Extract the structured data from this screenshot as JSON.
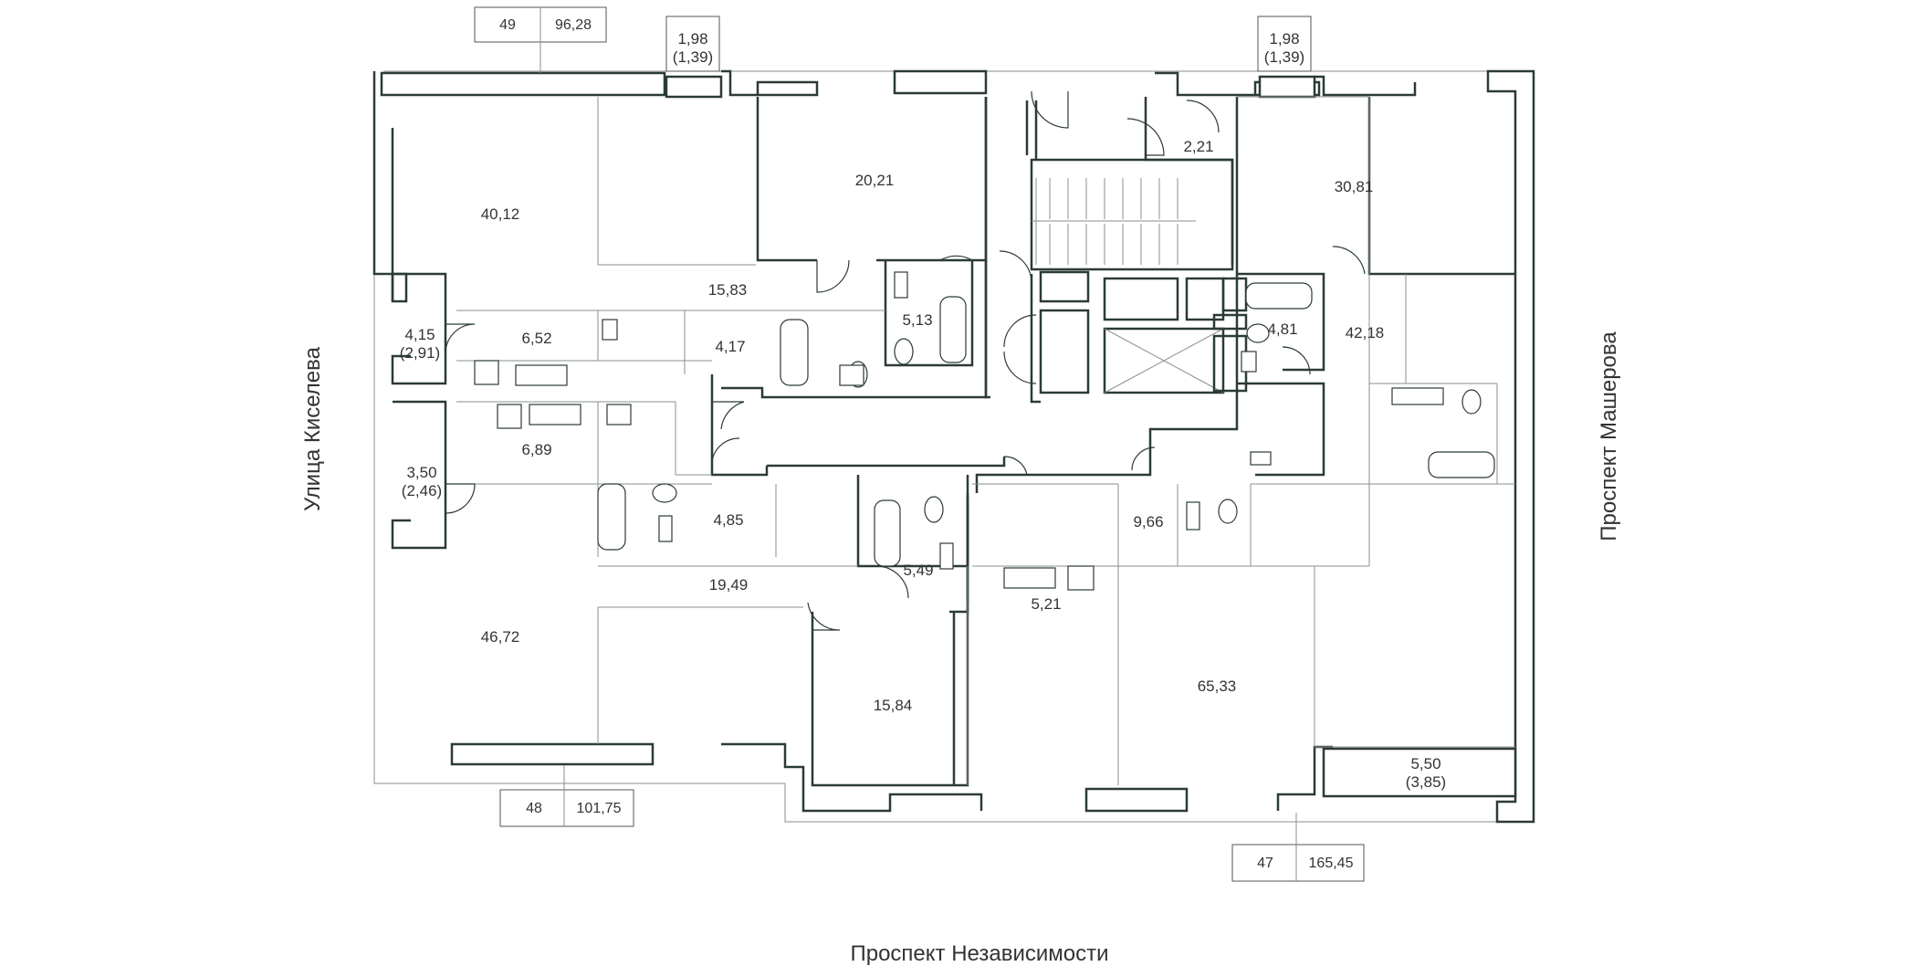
{
  "streets": {
    "left": "Улица Киселева",
    "right": "Проспект Машерова",
    "bottom": "Проспект Независимости"
  },
  "apartments": [
    {
      "number": "49",
      "area": "96,28"
    },
    {
      "number": "48",
      "area": "101,75"
    },
    {
      "number": "47",
      "area": "165,45"
    }
  ],
  "rooms": {
    "r40_12": "40,12",
    "r20_21": "20,21",
    "r2_21": "2,21",
    "r30_81": "30,81",
    "r15_83": "15,83",
    "r4_15": "4,15",
    "r2_91": "(2,91)",
    "r6_52": "6,52",
    "r4_17": "4,17",
    "r5_13": "5,13",
    "r4_81": "4,81",
    "r42_18": "42,18",
    "r6_89": "6,89",
    "r3_50": "3,50",
    "r2_46": "(2,46)",
    "r4_85": "4,85",
    "r9_66": "9,66",
    "r5_49": "5,49",
    "r19_49": "19,49",
    "r5_21": "5,21",
    "r46_72": "46,72",
    "r15_84": "15,84",
    "r65_33": "65,33",
    "r5_50": "5,50",
    "r3_85": "(3,85)"
  },
  "balconies": {
    "top_left_area": "1,98",
    "top_left_net": "(1,39)",
    "top_right_area": "1,98",
    "top_right_net": "(1,39)"
  }
}
